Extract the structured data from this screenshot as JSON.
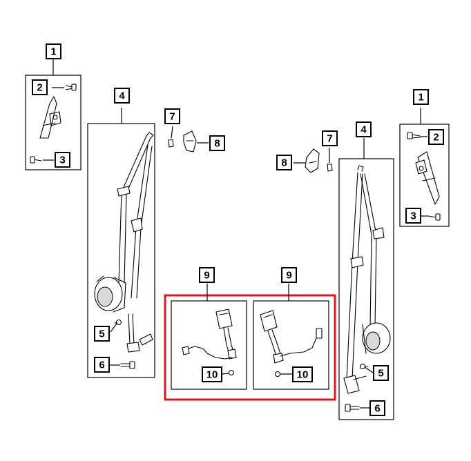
{
  "diagram": {
    "highlight_color": "#d9161c",
    "callouts": {
      "left_1": "1",
      "left_2": "2",
      "left_3": "3",
      "left_4": "4",
      "left_5": "5",
      "left_6": "6",
      "left_7": "7",
      "left_8": "8",
      "right_1": "1",
      "right_2": "2",
      "right_3": "3",
      "right_4": "4",
      "right_5": "5",
      "right_6": "6",
      "right_7": "7",
      "right_8": "8",
      "center_9a": "9",
      "center_9b": "9",
      "center_10a": "10",
      "center_10b": "10"
    }
  }
}
